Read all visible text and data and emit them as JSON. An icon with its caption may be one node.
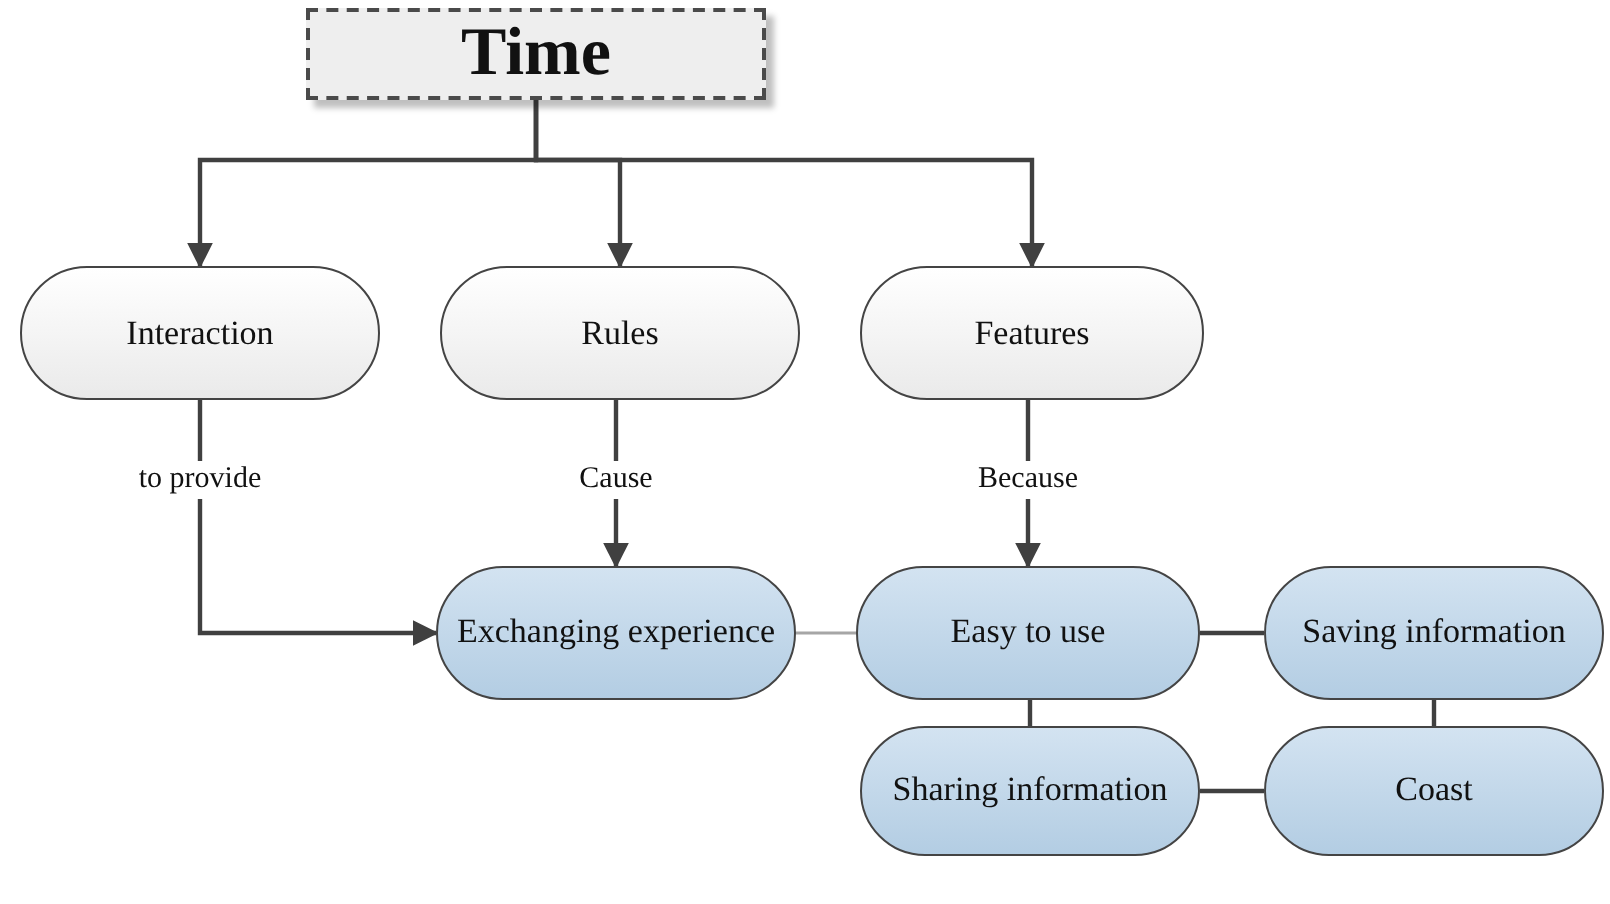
{
  "diagram": {
    "nodes": [
      {
        "text": [
          "Time"
        ]
      },
      {
        "text": [
          "Interaction"
        ]
      },
      {
        "text": [
          "Rules"
        ]
      },
      {
        "text": [
          "Features"
        ]
      },
      {
        "text": [
          "Exchanging experience"
        ]
      },
      {
        "text": [
          "Easy to use"
        ]
      },
      {
        "text": [
          "Saving information"
        ]
      },
      {
        "text": [
          "Sharing information"
        ]
      },
      {
        "text": [
          "Coast"
        ]
      }
    ],
    "edges": [
      {
        "from": 0,
        "to": 1,
        "arrow": "to"
      },
      {
        "from": 0,
        "to": 2,
        "arrow": "to"
      },
      {
        "from": 0,
        "to": 3,
        "arrow": "to"
      },
      {
        "from": 1,
        "to": 4,
        "arrow": "to",
        "label": "to provide"
      },
      {
        "from": 2,
        "to": 4,
        "arrow": "to",
        "label": "Cause"
      },
      {
        "from": 3,
        "to": 5,
        "arrow": "to",
        "label": "Because"
      },
      {
        "from": 4,
        "to": 5,
        "arrow": "none",
        "color": "#a6a6a6"
      },
      {
        "from": 5,
        "to": 6,
        "arrow": "none"
      },
      {
        "from": 5,
        "to": 7,
        "arrow": "none"
      },
      {
        "from": 6,
        "to": 8,
        "arrow": "none"
      },
      {
        "from": 7,
        "to": 8,
        "arrow": "none"
      }
    ]
  }
}
